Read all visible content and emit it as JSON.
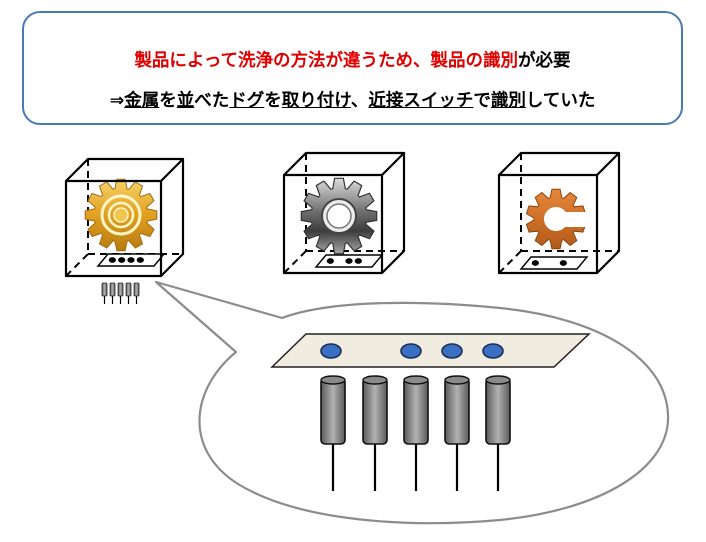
{
  "caption": {
    "line1": [
      {
        "text": "製品によって洗浄の方法が違うため、製品の識別",
        "style": "red"
      },
      {
        "text": "が必要",
        "style": "black"
      }
    ],
    "line2": [
      {
        "text": "⇒",
        "style": "black"
      },
      {
        "text": "金属",
        "style": "underline"
      },
      {
        "text": "を",
        "style": "black"
      },
      {
        "text": "並",
        "style": "underline"
      },
      {
        "text": "べた",
        "style": "black"
      },
      {
        "text": "ドグ",
        "style": "underline"
      },
      {
        "text": "を",
        "style": "black"
      },
      {
        "text": "取り付け",
        "style": "underline"
      },
      {
        "text": "、",
        "style": "black"
      },
      {
        "text": "近接スイッチ",
        "style": "underline"
      },
      {
        "text": "で",
        "style": "black"
      },
      {
        "text": "識別",
        "style": "underline"
      },
      {
        "text": "していた",
        "style": "black"
      }
    ]
  },
  "products": [
    {
      "name": "gold-gear",
      "color": "#e0a020",
      "dots": [
        1,
        1,
        1,
        1,
        0
      ]
    },
    {
      "name": "silver-gear",
      "color": "#7a7a7a",
      "dots": [
        1,
        0,
        1,
        1,
        0
      ]
    },
    {
      "name": "orange-gear",
      "color": "#c8681e",
      "dots": [
        1,
        0,
        0,
        1,
        0
      ]
    }
  ],
  "dog_plate": {
    "holes": [
      1,
      0,
      1,
      1,
      1
    ]
  },
  "colors": {
    "caption_border": "#4a7ab5",
    "highlight_red": "#e00000",
    "dot_blue": "#3a6fc4",
    "plate_fill": "#f1ece0",
    "sensor_gray": "#7f7f7f"
  }
}
